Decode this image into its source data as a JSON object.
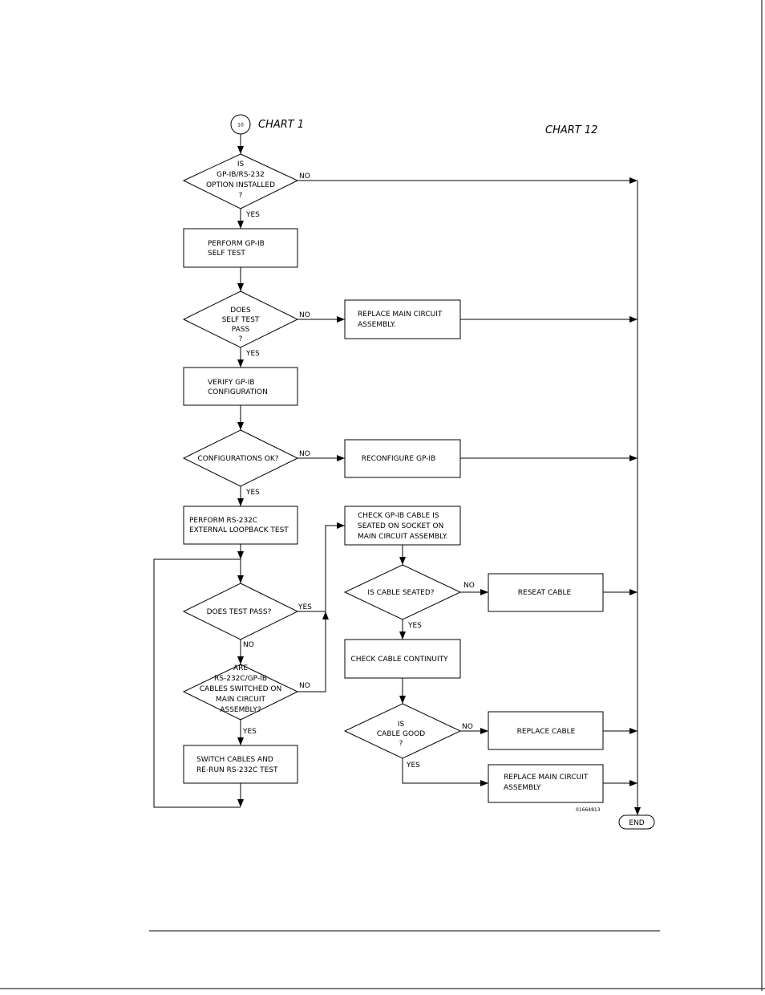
{
  "header": {
    "connector": "10",
    "chart_from": "CHART 1",
    "chart_to": "CHART 12"
  },
  "nodes": {
    "d1": [
      "IS",
      "GP-IB/RS-232",
      "OPTION INSTALLED",
      "?"
    ],
    "b1": [
      "PERFORM GP-IB",
      "SELF TEST"
    ],
    "d2": [
      "DOES",
      "SELF TEST",
      "PASS",
      "?"
    ],
    "r1": [
      "REPLACE MAIN CIRCUIT",
      "ASSEMBLY."
    ],
    "b2": [
      "VERIFY GP-IB",
      "CONFIGURATION"
    ],
    "d3": [
      "CONFIGURATIONS OK?"
    ],
    "r2": [
      "RECONFIGURE GP-IB"
    ],
    "b3": [
      "PERFORM RS-232C",
      "EXTERNAL LOOPBACK TEST"
    ],
    "c1": [
      "CHECK GP-IB CABLE IS",
      "SEATED ON SOCKET ON",
      "MAIN CIRCUIT ASSEMBLY."
    ],
    "d4": [
      "DOES TEST PASS?"
    ],
    "d5": [
      "IS CABLE SEATED?"
    ],
    "r3": [
      "RESEAT CABLE"
    ],
    "c2": [
      "CHECK CABLE CONTINUITY"
    ],
    "d6": [
      "ARE",
      "RS-232C/GP-IB",
      "CABLES SWITCHED ON",
      "MAIN CIRCUIT",
      "ASSEMBLY?"
    ],
    "d7": [
      "IS",
      "CABLE GOOD",
      "?"
    ],
    "r4": [
      "REPLACE CABLE"
    ],
    "b4": [
      "SWITCH CABLES AND",
      "RE-RUN RS-232C TEST"
    ],
    "r5": [
      "REPLACE MAIN CIRCUIT",
      "ASSEMBLY"
    ],
    "end": [
      "END"
    ]
  },
  "edge_labels": {
    "no": "NO",
    "yes": "YES"
  },
  "figure_id": "01664813"
}
